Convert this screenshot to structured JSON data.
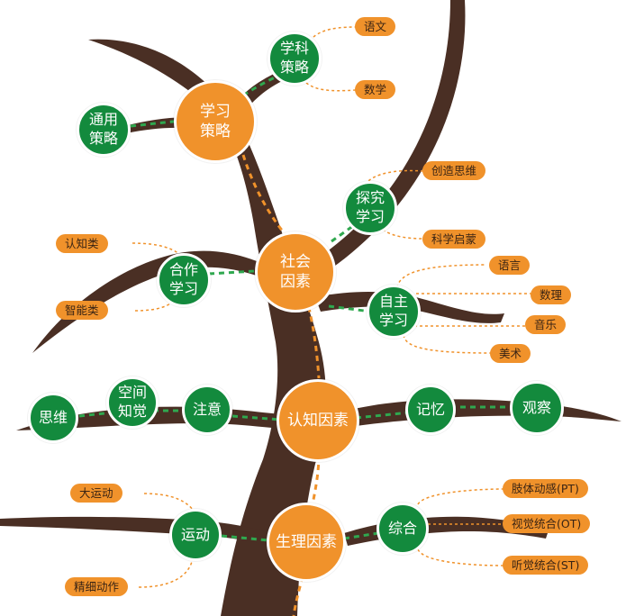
{
  "colors": {
    "trunk": "#4a2f24",
    "orange": "#f0922b",
    "green": "#138a3d",
    "label_text": "#3a2414"
  },
  "main_nodes": {
    "study_strategy": "学习\n策略",
    "social_factors": "社会\n因素",
    "cognitive_factors": "认知因素",
    "physiological_factors": "生理因素"
  },
  "sub_nodes": {
    "subject_strategy": "学科\n策略",
    "general_strategy": "通用\n策略",
    "inquiry_learning": "探究\n学习",
    "cooperative_learning": "合作\n学习",
    "self_learning": "自主\n学习",
    "thinking": "思维",
    "spatial_perception": "空间\n知觉",
    "attention": "注意",
    "memory": "记忆",
    "observation": "观察",
    "movement": "运动",
    "integration": "综合"
  },
  "labels": {
    "chinese": "语文",
    "math": "数学",
    "creative_thinking": "创造思维",
    "science_enlightenment": "科学启蒙",
    "cognition_type": "认知类",
    "intelligence_type": "智能类",
    "language": "语言",
    "math_logic": "数理",
    "music": "音乐",
    "fine_arts": "美术",
    "gross_motor": "大运动",
    "fine_motor": "精细动作",
    "body_kinesthesia": "肢体动感(PT)",
    "visual_integration": "视觉统合(OT)",
    "auditory_integration": "听觉统合(ST)"
  }
}
